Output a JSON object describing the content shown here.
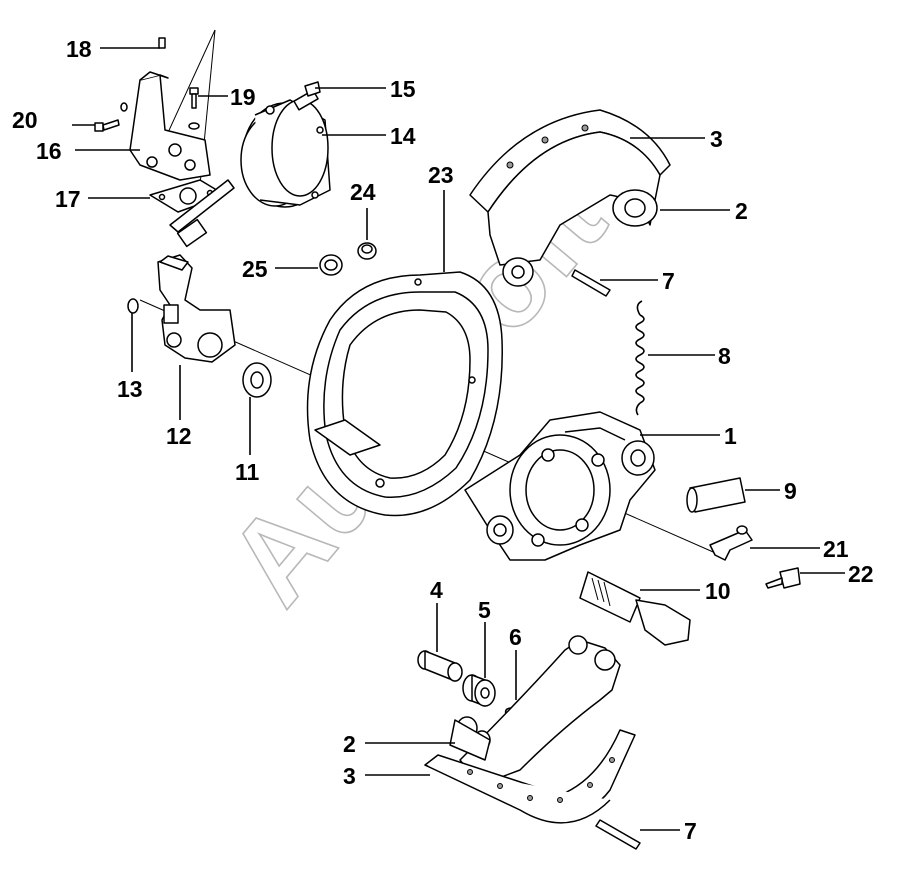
{
  "watermark": "AutoSoft",
  "callouts": [
    {
      "id": "c18",
      "text": "18"
    },
    {
      "id": "c19",
      "text": "19"
    },
    {
      "id": "c15",
      "text": "15"
    },
    {
      "id": "c20",
      "text": "20"
    },
    {
      "id": "c14",
      "text": "14"
    },
    {
      "id": "c3a",
      "text": "3"
    },
    {
      "id": "c16",
      "text": "16"
    },
    {
      "id": "c23",
      "text": "23"
    },
    {
      "id": "c24",
      "text": "24"
    },
    {
      "id": "c2a",
      "text": "2"
    },
    {
      "id": "c17",
      "text": "17"
    },
    {
      "id": "c25",
      "text": "25"
    },
    {
      "id": "c7a",
      "text": "7"
    },
    {
      "id": "c8",
      "text": "8"
    },
    {
      "id": "c13",
      "text": "13"
    },
    {
      "id": "c1",
      "text": "1"
    },
    {
      "id": "c12",
      "text": "12"
    },
    {
      "id": "c11",
      "text": "11"
    },
    {
      "id": "c9",
      "text": "9"
    },
    {
      "id": "c21",
      "text": "21"
    },
    {
      "id": "c22",
      "text": "22"
    },
    {
      "id": "c10",
      "text": "10"
    },
    {
      "id": "c4",
      "text": "4"
    },
    {
      "id": "c5",
      "text": "5"
    },
    {
      "id": "c6",
      "text": "6"
    },
    {
      "id": "c2b",
      "text": "2"
    },
    {
      "id": "c3b",
      "text": "3"
    },
    {
      "id": "c7b",
      "text": "7"
    }
  ]
}
